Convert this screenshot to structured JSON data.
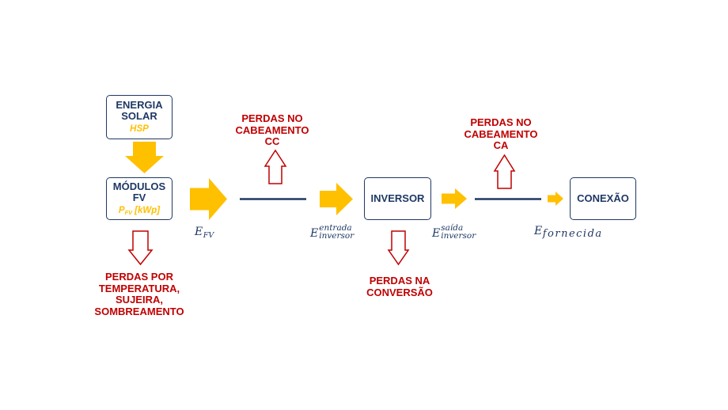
{
  "diagram": {
    "nodes": {
      "energia_solar": {
        "title_lines": [
          "ENERGIA",
          "SOLAR"
        ],
        "variable": "HSP"
      },
      "modulos_fv": {
        "title_lines": [
          "MÓDULOS",
          "FV"
        ],
        "variable": {
          "base": "P",
          "sub": "FV",
          "unit": "[kWp]"
        }
      },
      "inversor": {
        "title": "INVERSOR"
      },
      "conexao": {
        "title": "CONEXÃO"
      }
    },
    "losses": {
      "modulos": [
        "PERDAS POR",
        "TEMPERATURA,",
        "SUJEIRA,",
        "SOMBREAMENTO"
      ],
      "cabeamento_cc": [
        "PERDAS NO",
        "CABEAMENTO",
        "CC"
      ],
      "conversao": [
        "PERDAS NA",
        "CONVERSÃO"
      ],
      "cabeamento_ca": [
        "PERDAS NO",
        "CABEAMENTO",
        "CA"
      ]
    },
    "energy_labels": {
      "e_fv": {
        "base": "E",
        "sub": "FV"
      },
      "e_entrada_inversor": {
        "base": "E",
        "sup": "entrada",
        "sub": "inversor"
      },
      "e_saida_inversor": {
        "base": "E",
        "sup": "saída",
        "sub": "inversor"
      },
      "e_fornecida": {
        "base": "E",
        "sub": "fornecida"
      }
    }
  },
  "colors": {
    "node_navy": "#1f3864",
    "energy_yellow": "#ffc000",
    "loss_red": "#c00000",
    "background": "#ffffff"
  }
}
